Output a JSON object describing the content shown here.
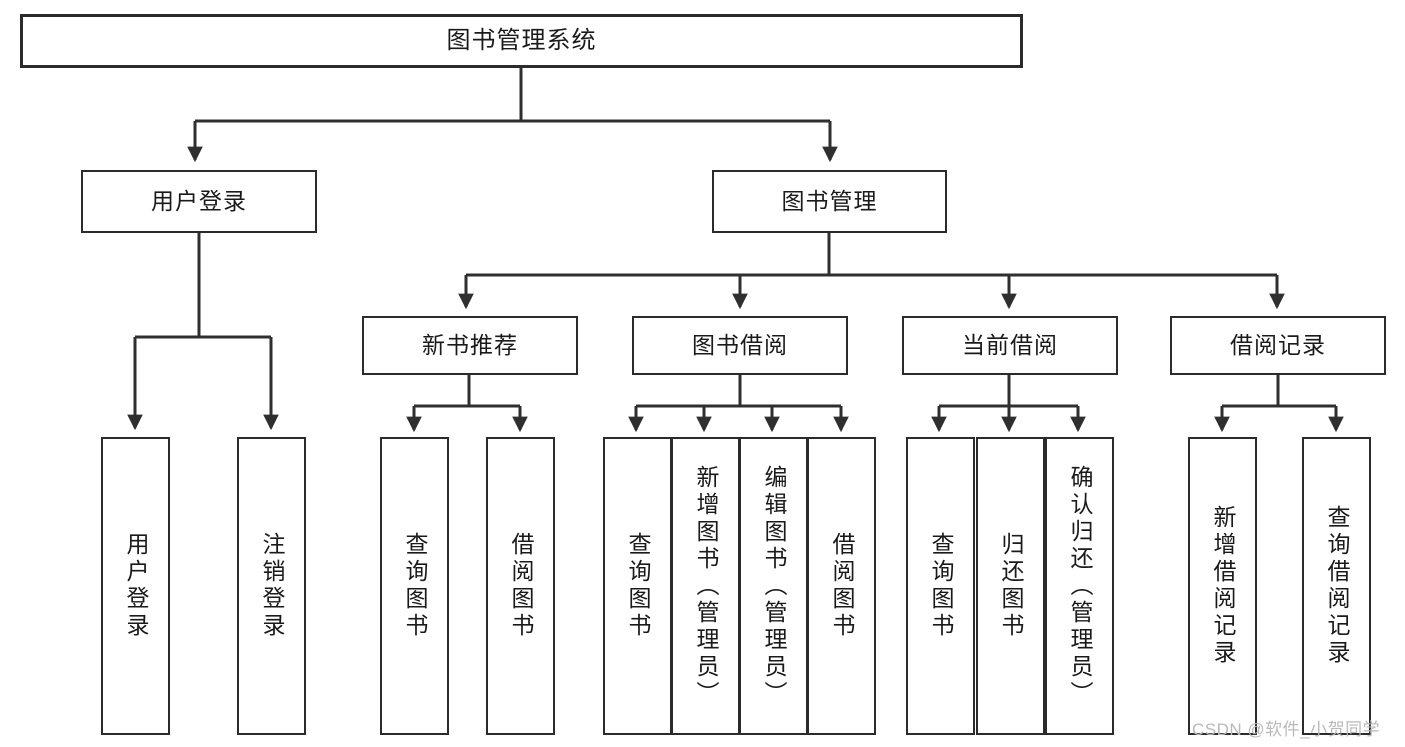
{
  "diagram": {
    "type": "tree-hierarchy",
    "title": "图书管理系统",
    "orientation": "top-down",
    "colors": {
      "box_border": "#2b2b2b",
      "box_fill": "#ffffff",
      "connector": "#333333",
      "text": "#1a1a1a",
      "watermark": "#b9b9b9"
    },
    "nodes": [
      {
        "id": "root",
        "label": "图书管理系统",
        "level": 1,
        "orientation": "horizontal"
      },
      {
        "id": "user-login",
        "label": "用户登录",
        "level": 2,
        "orientation": "horizontal"
      },
      {
        "id": "book-manage",
        "label": "图书管理",
        "level": 2,
        "orientation": "horizontal"
      },
      {
        "id": "new-book-rec",
        "label": "新书推荐",
        "level": 3,
        "orientation": "horizontal"
      },
      {
        "id": "book-borrow",
        "label": "图书借阅",
        "level": 3,
        "orientation": "horizontal"
      },
      {
        "id": "current-borrow",
        "label": "当前借阅",
        "level": 3,
        "orientation": "horizontal"
      },
      {
        "id": "borrow-record",
        "label": "借阅记录",
        "level": 3,
        "orientation": "horizontal"
      },
      {
        "id": "leaf-user-login",
        "label": "用户登录",
        "level": 4,
        "orientation": "vertical"
      },
      {
        "id": "leaf-user-logout",
        "label": "注销登录",
        "level": 4,
        "orientation": "vertical"
      },
      {
        "id": "leaf-query-book-1",
        "label": "查询图书",
        "level": 4,
        "orientation": "vertical"
      },
      {
        "id": "leaf-borrow-book-1",
        "label": "借阅图书",
        "level": 4,
        "orientation": "vertical"
      },
      {
        "id": "leaf-query-book-2",
        "label": "查询图书",
        "level": 4,
        "orientation": "vertical"
      },
      {
        "id": "leaf-add-book",
        "label": "新增图书（管理员）",
        "level": 4,
        "orientation": "vertical"
      },
      {
        "id": "leaf-edit-book",
        "label": "编辑图书（管理员）",
        "level": 4,
        "orientation": "vertical"
      },
      {
        "id": "leaf-borrow-book-2",
        "label": "借阅图书",
        "level": 4,
        "orientation": "vertical"
      },
      {
        "id": "leaf-query-book-3",
        "label": "查询图书",
        "level": 4,
        "orientation": "vertical"
      },
      {
        "id": "leaf-return-book",
        "label": "归还图书",
        "level": 4,
        "orientation": "vertical"
      },
      {
        "id": "leaf-confirm-return",
        "label": "确认归还（管理员）",
        "level": 4,
        "orientation": "vertical"
      },
      {
        "id": "leaf-add-record",
        "label": "新增借阅记录",
        "level": 4,
        "orientation": "vertical"
      },
      {
        "id": "leaf-query-record",
        "label": "查询借阅记录",
        "level": 4,
        "orientation": "vertical"
      }
    ],
    "edges": [
      {
        "from": "root",
        "to": "user-login"
      },
      {
        "from": "root",
        "to": "book-manage"
      },
      {
        "from": "user-login",
        "to": "leaf-user-login"
      },
      {
        "from": "user-login",
        "to": "leaf-user-logout"
      },
      {
        "from": "book-manage",
        "to": "new-book-rec"
      },
      {
        "from": "book-manage",
        "to": "book-borrow"
      },
      {
        "from": "book-manage",
        "to": "current-borrow"
      },
      {
        "from": "book-manage",
        "to": "borrow-record"
      },
      {
        "from": "new-book-rec",
        "to": "leaf-query-book-1"
      },
      {
        "from": "new-book-rec",
        "to": "leaf-borrow-book-1"
      },
      {
        "from": "book-borrow",
        "to": "leaf-query-book-2"
      },
      {
        "from": "book-borrow",
        "to": "leaf-add-book"
      },
      {
        "from": "book-borrow",
        "to": "leaf-edit-book"
      },
      {
        "from": "book-borrow",
        "to": "leaf-borrow-book-2"
      },
      {
        "from": "current-borrow",
        "to": "leaf-query-book-3"
      },
      {
        "from": "current-borrow",
        "to": "leaf-return-book"
      },
      {
        "from": "current-borrow",
        "to": "leaf-confirm-return"
      },
      {
        "from": "borrow-record",
        "to": "leaf-add-record"
      },
      {
        "from": "borrow-record",
        "to": "leaf-query-record"
      }
    ]
  },
  "watermark": {
    "text": "CSDN @软件_小贺同学"
  }
}
